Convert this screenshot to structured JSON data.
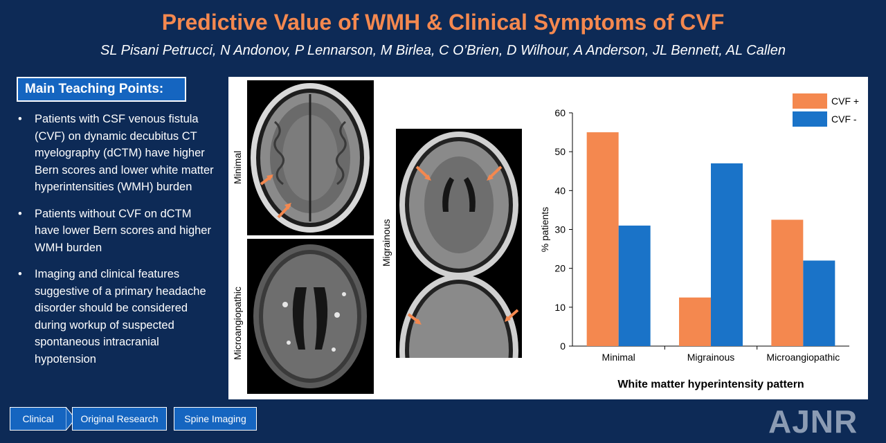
{
  "header": {
    "title": "Predictive Value of WMH & Clinical Symptoms of CVF",
    "authors": "SL Pisani Petrucci, N Andonov, P Lennarson, M Birlea, C O’Brien, D Wilhour, A Anderson, JL Bennett, AL Callen"
  },
  "teaching": {
    "heading": "Main Teaching Points:",
    "bullet_glyph": "•",
    "points": [
      "Patients with CSF venous fistula (CVF)  on dynamic decubitus CT myelography (dCTM) have higher Bern scores and lower white matter hyperintensities (WMH) burden",
      "Patients without CVF on dCTM have lower Bern scores and higher WMH burden",
      "Imaging and clinical features suggestive of a primary headache disorder should be considered during workup of suspected  spontaneous intracranial hypotension"
    ]
  },
  "images": {
    "minimal_label": "Minimal",
    "micro_label": "Microangiopathic",
    "migrainous_label": "Migrainous",
    "arrow_color": "#f4884f"
  },
  "chart_data": {
    "type": "bar",
    "categories": [
      "Minimal",
      "Migrainous",
      "Microangiopathic"
    ],
    "series": [
      {
        "name": "CVF +",
        "color": "#f4884f",
        "values": [
          55,
          12.5,
          32.5
        ]
      },
      {
        "name": "CVF -",
        "color": "#1a73c8",
        "values": [
          31,
          47,
          22
        ]
      }
    ],
    "xlabel": "White matter hyperintensity pattern",
    "ylabel": "% patients",
    "ylim": [
      0,
      60
    ],
    "yticks": [
      0,
      10,
      20,
      30,
      40,
      50,
      60
    ],
    "grid": false,
    "legend": "top-right"
  },
  "footer": {
    "tags": [
      "Clinical",
      "Original Research",
      "Spine Imaging"
    ],
    "logo": "AJNR"
  },
  "colors": {
    "background": "#0d2a56",
    "title": "#f4884f",
    "tag": "#1565c0"
  }
}
